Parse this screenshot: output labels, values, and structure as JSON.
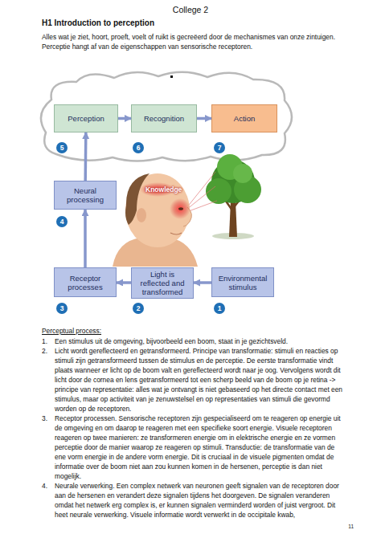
{
  "diagram": {
    "title": "College 2",
    "nodes": [
      {
        "text": [
          "Perception"
        ]
      },
      {
        "text": [
          "Recognition"
        ]
      },
      {
        "text": [
          "Action"
        ]
      },
      {
        "text": [
          "Neural processing"
        ]
      },
      {
        "text": [
          "Receptor processes"
        ]
      },
      {
        "text": [
          "Light is reflected and transformed"
        ]
      },
      {
        "text": [
          "Environmental stimulus"
        ]
      }
    ],
    "edges": [
      {
        "from": 6,
        "to": 5,
        "arrow": "to"
      },
      {
        "from": 5,
        "to": 4,
        "arrow": "to"
      },
      {
        "from": 4,
        "to": 3,
        "arrow": "to"
      },
      {
        "from": 3,
        "to": 0,
        "arrow": "to"
      },
      {
        "from": 0,
        "to": 1,
        "arrow": "to"
      },
      {
        "from": 1,
        "to": 2,
        "arrow": "to"
      }
    ],
    "labels": [
      "H1 Introduction to perception",
      "Alles wat je ziet, hoort, proeft, voelt of ruikt is gecreëerd door de mechanismes van onze zintuigen. Perceptie hangt af van de eigenschappen van sensorische receptoren.",
      "Knowledge",
      "5",
      "6",
      "7",
      "4",
      "3",
      "2",
      "1",
      "Perceptual process:",
      "1.",
      "Een stimulus uit de omgeving, bijvoorbeeld een boom, staat in je gezichtsveld.",
      "2.",
      "Licht wordt gereflecteerd en getransformeerd. Principe van transformatie: stimuli en reacties op stimuli zijn getransformeerd tussen de stimulus en de perceptie. De eerste transformatie vindt plaats wanneer er licht op de boom valt en gereflecteerd wordt naar je oog. Vervolgens wordt dit licht door de cornea en lens getransformeerd tot een scherp beeld van de boom op je retina -> principe van representatie: alles wat je ontvangt is niet gebaseerd op het directe contact met een stimulus, maar op activiteit van je zenuwstelsel en op representaties van stimuli die gevormd worden op de receptoren.",
      "3.",
      "Receptor processen. Sensorische receptoren zijn gespecialiseerd om te reageren op energie uit de omgeving en om daarop te reageren met een specifieke soort energie. Visuele receptoren reageren op twee manieren: ze transformeren energie om in elektrische energie en ze vormen perceptie door de manier waarop ze reageren op stimuli. Transductie: de transformatie van de ene vorm energie in de andere vorm energie. Dit is cruciaal in de visuele pigmenten omdat de informatie over de boom niet aan zou kunnen komen in de hersenen, perceptie is dan niet mogelijk.",
      "4.",
      "Neurale verwerking. Een complex netwerk van neuronen geeft signalen van de receptoren door aan de hersenen en verandert deze signalen tijdens het doorgeven. De signalen veranderen omdat het netwerk erg complex is, er kunnen signalen verminderd worden of juist vergroot. Dit heet neurale verwerking. Visuele informatie wordt verwerkt in de occipitale kwab,",
      "11"
    ]
  }
}
